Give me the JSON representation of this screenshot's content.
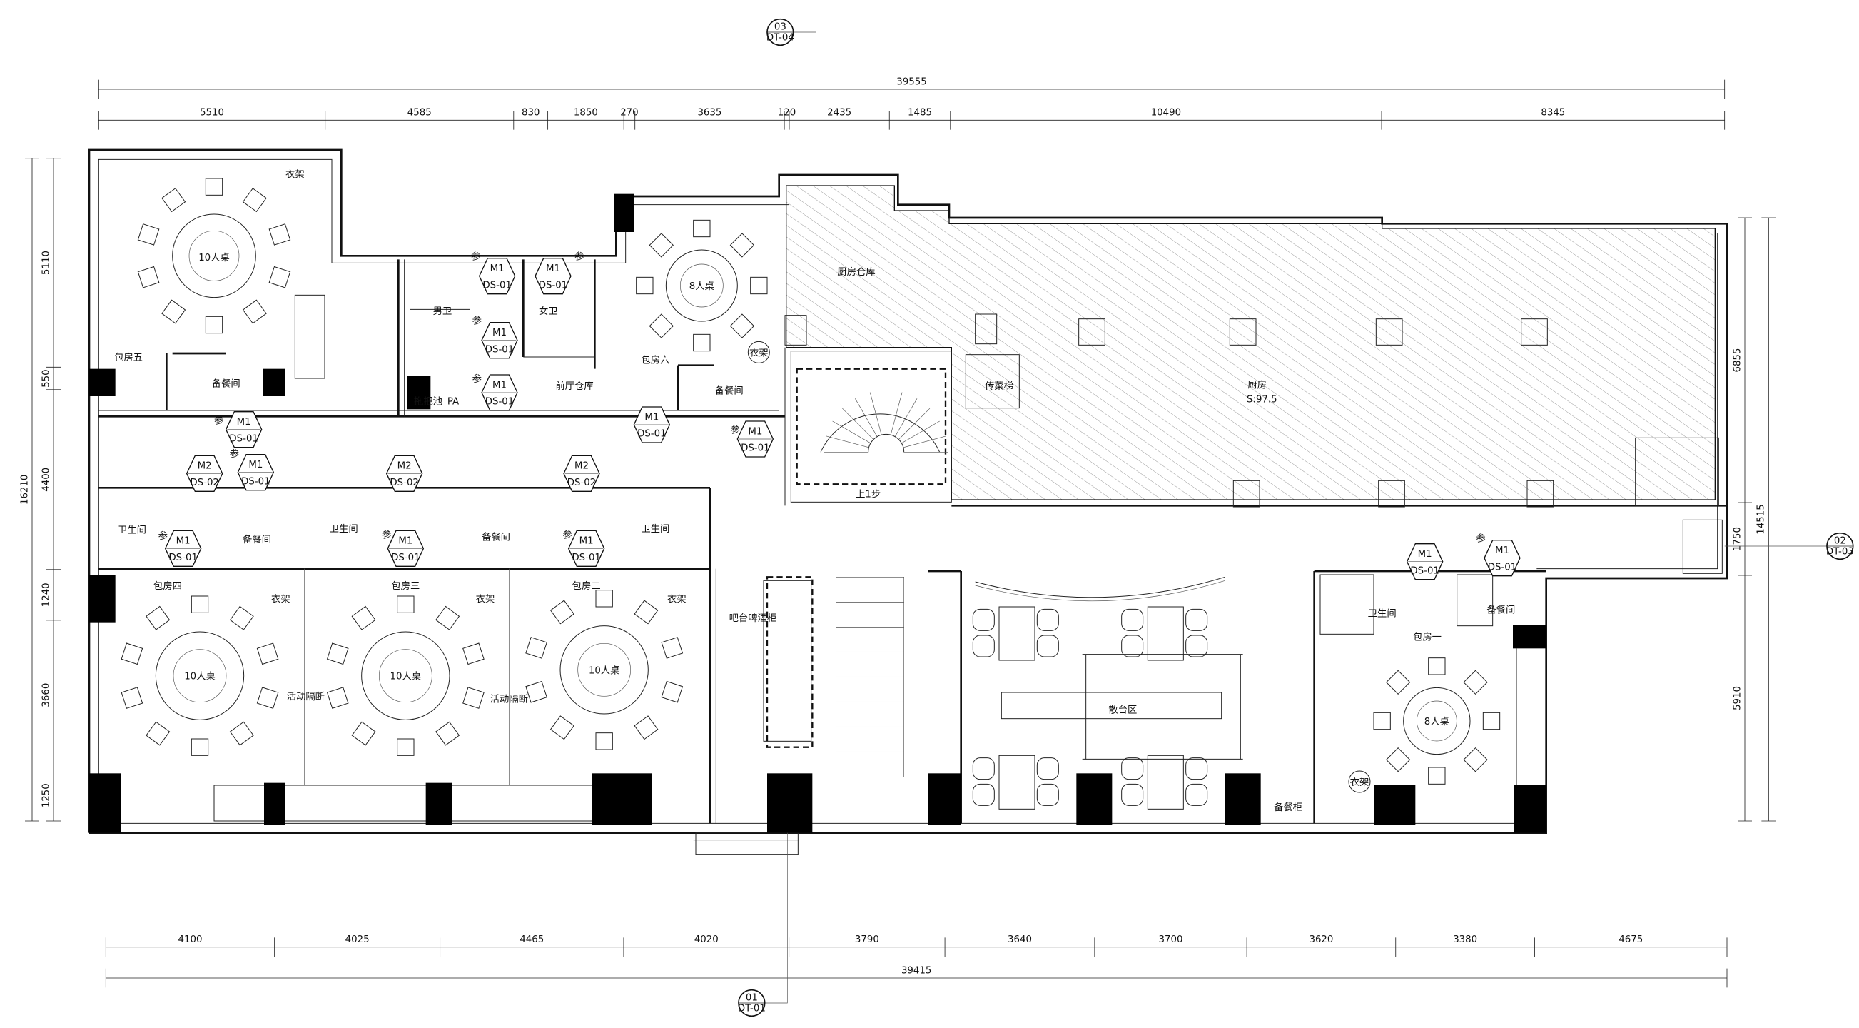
{
  "dimensions": {
    "top_total": "39555",
    "top": [
      "5510",
      "4585",
      "830",
      "1850",
      "270",
      "3635",
      "120",
      "2435",
      "1485",
      "10490",
      "8345"
    ],
    "bottom": [
      "4100",
      "4025",
      "4465",
      "4020",
      "3790",
      "3640",
      "3700",
      "3620",
      "3380",
      "4675"
    ],
    "bottom_total": "39415",
    "left_total": "16210",
    "left": [
      "5110",
      "550",
      "4400",
      "1240",
      "3660",
      "1250"
    ],
    "right": [
      "6855",
      "1750",
      "5910"
    ],
    "right_total": "14515"
  },
  "labels": [
    "衣架",
    "10人桌",
    "男卫",
    "女卫",
    "包房五",
    "备餐间",
    "拖把池",
    "PA",
    "前厅仓库",
    "包房六",
    "备餐间",
    "衣架",
    "8人桌",
    "厨房仓库",
    "传菜梯",
    "厨房",
    "S:97.5",
    "上1步",
    "卫生间",
    "备餐间",
    "卫生间",
    "备餐间",
    "卫生间",
    "包房四",
    "包房三",
    "包房二",
    "衣架",
    "衣架",
    "衣架",
    "10人桌",
    "10人桌",
    "10人桌",
    "活动隔断",
    "活动隔断",
    "吧台啤酒柜",
    "散台区",
    "卫生间",
    "备餐间",
    "包房一",
    "8人桌",
    "衣架",
    "备餐柜"
  ],
  "door_tags": [
    {
      "code": "M1",
      "ref": "DS-01"
    },
    {
      "code": "M1",
      "ref": "DS-01"
    },
    {
      "code": "M1",
      "ref": "DS-01"
    },
    {
      "code": "M1",
      "ref": "DS-01"
    },
    {
      "code": "M1",
      "ref": "DS-01"
    },
    {
      "code": "M1",
      "ref": "DS-01"
    },
    {
      "code": "M1",
      "ref": "DS-01"
    },
    {
      "code": "M1",
      "ref": "DS-01"
    },
    {
      "code": "M1",
      "ref": "DS-01"
    },
    {
      "code": "M1",
      "ref": "DS-01"
    },
    {
      "code": "M1",
      "ref": "DS-01"
    },
    {
      "code": "M1",
      "ref": "DS-01"
    },
    {
      "code": "M1",
      "ref": "DS-01"
    },
    {
      "code": "M2",
      "ref": "DS-02"
    },
    {
      "code": "M2",
      "ref": "DS-02"
    },
    {
      "code": "M2",
      "ref": "DS-02"
    }
  ],
  "ref_mark": "参",
  "section_markers": [
    {
      "num": "03",
      "sheet": "DT-04"
    },
    {
      "num": "01",
      "sheet": "DT-01"
    },
    {
      "num": "02",
      "sheet": "DT-03"
    }
  ]
}
